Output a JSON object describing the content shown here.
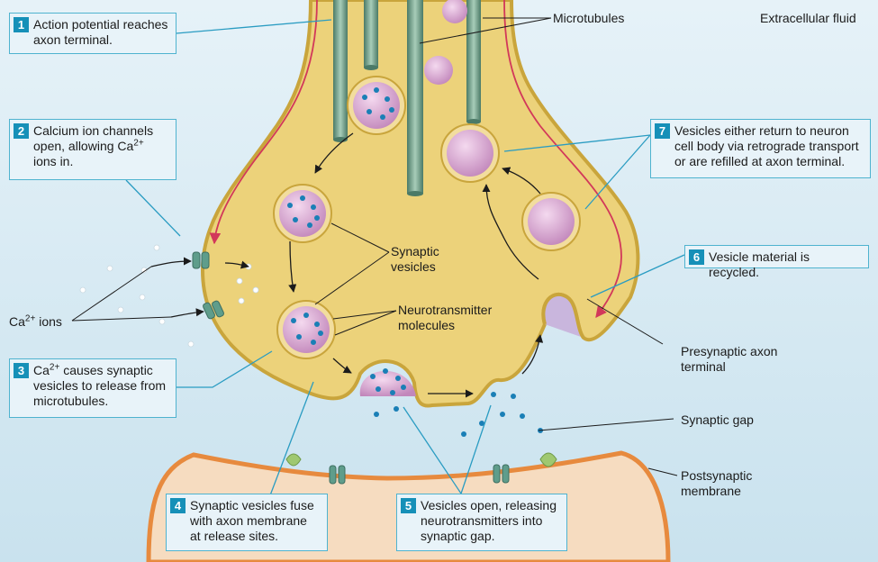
{
  "steps": [
    {
      "num": "1",
      "text": "Action potential reaches axon terminal."
    },
    {
      "num": "2",
      "text_pre": "Calcium ion channels open, allowing Ca",
      "text_sup": "2+",
      "text_post": " ions in."
    },
    {
      "num": "3",
      "text_pre": "Ca",
      "text_sup": "2+",
      "text_post": " causes synaptic vesicles to release from microtubules."
    },
    {
      "num": "4",
      "text": "Synaptic vesicles fuse with axon membrane at release sites."
    },
    {
      "num": "5",
      "text": "Vesicles open, releasing neurotransmitters into synaptic gap."
    },
    {
      "num": "6",
      "text": "Vesicle material is recycled."
    },
    {
      "num": "7",
      "text": "Vesicles either return to neuron cell body via retrograde transport or are refilled at axon terminal."
    }
  ],
  "labels": {
    "microtubules": "Microtubules",
    "extracellular_fluid": "Extracellular fluid",
    "synaptic_vesicles": "Synaptic vesicles",
    "neurotransmitter_molecules": "Neurotransmitter molecules",
    "ca_ions_pre": "Ca",
    "ca_ions_sup": "2+",
    "ca_ions_post": " ions",
    "presynaptic_axon_terminal": "Presynaptic axon terminal",
    "synaptic_gap": "Synaptic gap",
    "postsynaptic_membrane": "Postsynaptic membrane"
  },
  "colors": {
    "background": "#d9ecf5",
    "axon_fill": "#ecd27a",
    "axon_stroke": "#c9a53c",
    "postsynaptic_fill": "#f6dcc0",
    "postsynaptic_stroke": "#e78a3e",
    "vesicle_fill": "#d9a6d2",
    "neurotransmitter": "#1a7fb6",
    "microtubule": "#6f9a86",
    "step_badge": "#1690b8",
    "leader_line": "#2a9cc2",
    "signal_arrow": "#d2385a"
  }
}
